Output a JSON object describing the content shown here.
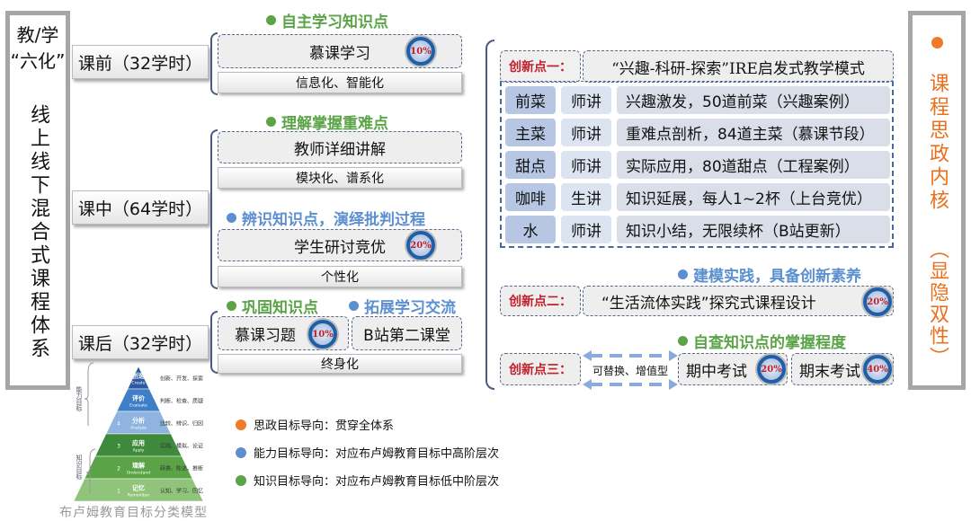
{
  "left_panel": {
    "line1": "教/学",
    "line2": "“六化”",
    "title": "线上线下混合式课程体系"
  },
  "stages": [
    {
      "label": "课前（32学时）"
    },
    {
      "label": "课中（64学时）"
    },
    {
      "label": "课后（32学时）"
    }
  ],
  "pre": {
    "heading": "自主学习知识点",
    "box": "慕课学习",
    "badge": "10%",
    "sub": "信息化、智能化"
  },
  "mid": {
    "heading1": "理解掌握重难点",
    "box1": "教师详细讲解",
    "sub1": "模块化、谱系化",
    "heading2": "辨识知识点，演绎批判过程",
    "box2": "学生研讨竞优",
    "badge2": "20%",
    "sub2": "个性化"
  },
  "post": {
    "heading1": "巩固知识点",
    "heading2": "拓展学习交流",
    "box1": "慕课习题",
    "badge1": "10%",
    "box2": "B站第二课堂",
    "sub": "终身化"
  },
  "inno1": {
    "label": "创新点一：",
    "title": "“兴趣-科研-探索”IRE启发式教学模式",
    "rows": [
      {
        "dish": "前菜",
        "who": "师讲",
        "desc": "兴趣激发，50道前菜（兴趣案例）"
      },
      {
        "dish": "主菜",
        "who": "师讲",
        "desc": "重难点剖析，84道主菜（慕课节段）"
      },
      {
        "dish": "甜点",
        "who": "师讲",
        "desc": "实际应用，80道甜点（工程案例）"
      },
      {
        "dish": "咖啡",
        "who": "生讲",
        "desc": "知识延展，每人1~2杯（上台竞优）"
      },
      {
        "dish": "水",
        "who": "师讲",
        "desc": "知识小结，无限续杯（B站更新）"
      }
    ]
  },
  "inno2": {
    "heading": "建模实践，具备创新素养",
    "label": "创新点二：",
    "title": "“生活流体实践”探究式课程设计",
    "badge": "20%"
  },
  "inno3": {
    "heading": "自查知识点的掌握程度",
    "label": "创新点三：",
    "arrow_text": "可替换、增值型",
    "exam1": "期中考试",
    "badge1": "20%",
    "exam2": "期末考试",
    "badge2": "40%"
  },
  "right_panel": {
    "title": "课程思政内核",
    "sub": "（显隐双性）"
  },
  "pyramid": {
    "caption": "布卢姆教育目标分类模型",
    "group_high": "能力目标",
    "group_low": "知识目标",
    "levels": [
      {
        "num": "6",
        "cn": "创造",
        "en": "Create",
        "verbs": "创新、开发、探索"
      },
      {
        "num": "5",
        "cn": "评价",
        "en": "Evaluate",
        "verbs": "判断、检查、质疑"
      },
      {
        "num": "4",
        "cn": "分析",
        "en": "Analyze",
        "verbs": "比较、辨识、归因"
      },
      {
        "num": "3",
        "cn": "应用",
        "en": "Apply",
        "verbs": "实践、模拟、论证"
      },
      {
        "num": "2",
        "cn": "理解",
        "en": "Understand",
        "verbs": "转换、陈述、推断"
      },
      {
        "num": "1",
        "cn": "记忆",
        "en": "Remember",
        "verbs": "认知、学习、回忆"
      }
    ]
  },
  "legend": [
    {
      "text": "思政目标导向：贯穿全体系",
      "color": "#f07a2a"
    },
    {
      "text": "能力目标导向：对应布卢姆教育目标中高阶层次",
      "color": "#5b8fd0"
    },
    {
      "text": "知识目标导向：对应布卢姆教育目标低中阶层次",
      "color": "#5aa447"
    }
  ]
}
